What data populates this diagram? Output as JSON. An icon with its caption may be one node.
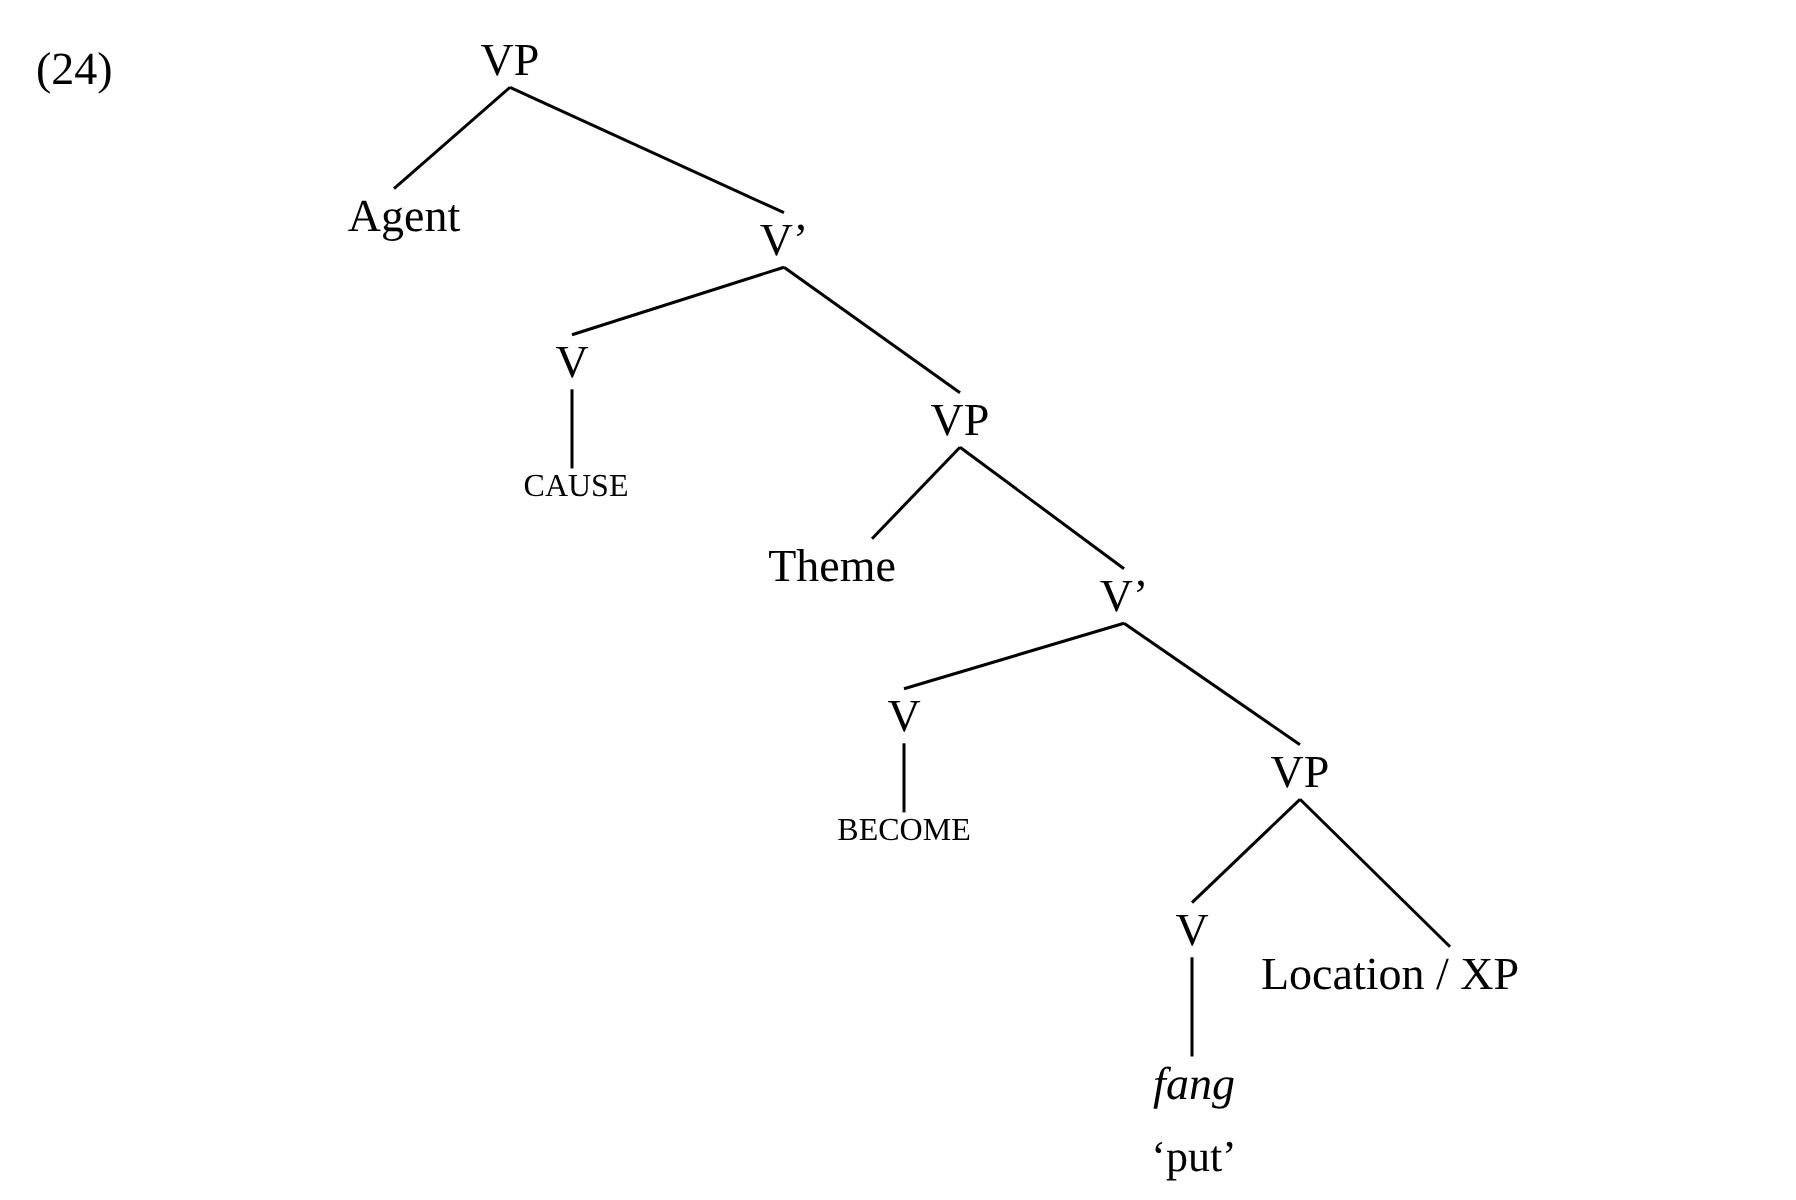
{
  "diagram": {
    "nodes": [
      {
        "text": [
          "VP"
        ]
      },
      {
        "text": [
          "Agent"
        ]
      },
      {
        "text": [
          "V’"
        ]
      },
      {
        "text": [
          "V"
        ]
      },
      {
        "text": [
          "CAUSE"
        ]
      },
      {
        "text": [
          "VP"
        ]
      },
      {
        "text": [
          "Theme"
        ]
      },
      {
        "text": [
          "V’"
        ]
      },
      {
        "text": [
          "V"
        ]
      },
      {
        "text": [
          "BECOME"
        ]
      },
      {
        "text": [
          "VP"
        ]
      },
      {
        "text": [
          "V"
        ]
      },
      {
        "text": [
          "fang"
        ],
        "beside": [
          "‘put’"
        ]
      },
      {
        "text": [
          "Location / XP"
        ]
      }
    ],
    "edges": [
      {
        "from": 0,
        "to": 1,
        "arrow": "none"
      },
      {
        "from": 0,
        "to": 2,
        "arrow": "none"
      },
      {
        "from": 2,
        "to": 3,
        "arrow": "none"
      },
      {
        "from": 2,
        "to": 5,
        "arrow": "none"
      },
      {
        "from": 3,
        "to": 4,
        "arrow": "none"
      },
      {
        "from": 5,
        "to": 6,
        "arrow": "none"
      },
      {
        "from": 5,
        "to": 7,
        "arrow": "none"
      },
      {
        "from": 7,
        "to": 8,
        "arrow": "none"
      },
      {
        "from": 7,
        "to": 10,
        "arrow": "none"
      },
      {
        "from": 8,
        "to": 9,
        "arrow": "none"
      },
      {
        "from": 10,
        "to": 11,
        "arrow": "none"
      },
      {
        "from": 10,
        "to": 13,
        "arrow": "none"
      },
      {
        "from": 11,
        "to": 12,
        "arrow": "none"
      }
    ],
    "labels": [
      "(24)"
    ]
  }
}
